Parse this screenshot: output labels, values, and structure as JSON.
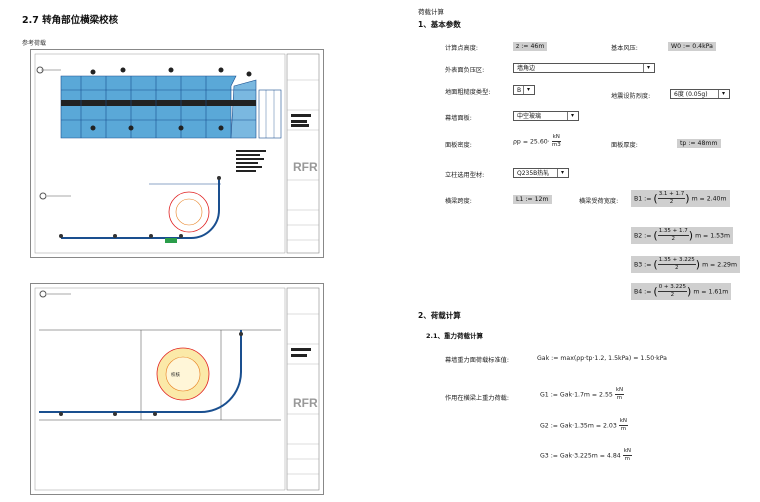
{
  "left": {
    "section_title": "2.7   转角部位横梁校核",
    "reference_label": "参考荷载",
    "stamp_text": "RFR"
  },
  "right": {
    "header": "荷载计算",
    "sec1_title": "1、基本参数",
    "params": {
      "height_label": "计算点高度:",
      "height_value": "z := 46m",
      "wind_label": "基本风压:",
      "wind_value": "W0 := 0.4kPa",
      "zone_label": "外表面负压区:",
      "zone_value": "墙角边",
      "rough_label": "地面粗糙度类型:",
      "rough_value": "B",
      "seismic_label": "地震设防烈度:",
      "seismic_value": "6度 (0.05g)",
      "panel_label": "幕墙面板:",
      "panel_value": "中空玻璃",
      "density_label": "面板密度:",
      "density_value": "ρp = 25.60·",
      "density_unit_num": "kN",
      "density_unit_den": "m3",
      "thick_label": "面板厚度:",
      "thick_value": "tp := 48mm",
      "column_label": "立柱选用型材:",
      "column_value": "Q235B热轧",
      "span_label": "横梁跨度:",
      "span_value": "L1 := 12m",
      "width_label": "横梁受荷宽度:"
    },
    "widths": [
      {
        "lhs": "B1 :=",
        "num": "3.1 + 1.7",
        "den": "2",
        "rhs": "m = 2.40m"
      },
      {
        "lhs": "B2 :=",
        "num": "1.35 + 1.7",
        "den": "2",
        "rhs": "m = 1.53m"
      },
      {
        "lhs": "B3 :=",
        "num": "1.35 + 3.225",
        "den": "2",
        "rhs": "m = 2.29m"
      },
      {
        "lhs": "B4 :=",
        "num": "0 + 3.225",
        "den": "2",
        "rhs": "m = 1.61m"
      }
    ],
    "sec2_title": "2、荷载计算",
    "sec21_title": "2.1、重力荷载计算",
    "gravity_label": "幕墙重力面荷载标准值:",
    "gravity_eq": "Gak := max(ρp·tp·1.2, 1.5kPa) = 1.50·kPa",
    "beam_label": "作用在横梁上重力荷载:",
    "beam_loads": [
      {
        "eq": "G1 := Gak·1.7m = 2.55",
        "num": "kN",
        "den": "m"
      },
      {
        "eq": "G2 := Gak·1.35m = 2.03",
        "num": "kN",
        "den": "m"
      },
      {
        "eq": "G3 := Gak·3.225m = 4.84",
        "num": "kN",
        "den": "m"
      }
    ]
  }
}
